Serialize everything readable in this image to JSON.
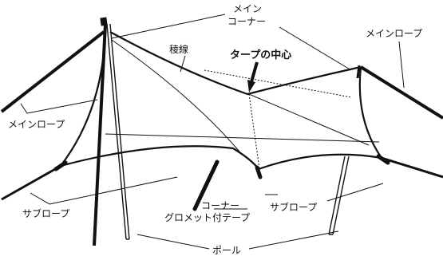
{
  "labels": {
    "main_corner_line1": "メイン",
    "main_corner_line2": "コーナー",
    "ridge": "稜線",
    "tarp_center": "タープの中心",
    "main_rope_right": "メインロープ",
    "main_rope_left": "メインロープ",
    "sub_rope_left": "サブロープ",
    "corner_grommet_line1": "コーナー",
    "corner_grommet_line2": "グロメット付テープ",
    "sub_rope_right": "サブロープ",
    "pole": "ポール"
  }
}
